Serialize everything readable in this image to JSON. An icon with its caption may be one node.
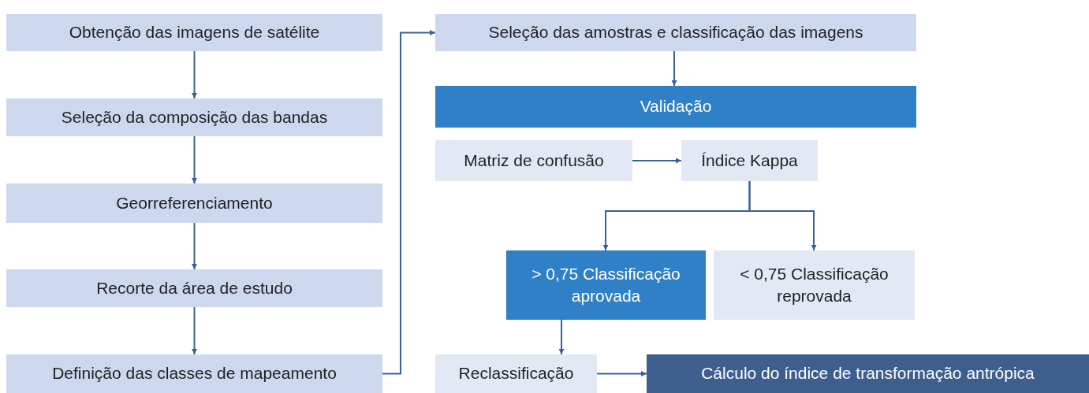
{
  "diagram": {
    "nodes": [
      {
        "text": [
          "Obtenção das imagens de satélite"
        ]
      },
      {
        "text": [
          "Seleção da composição das bandas"
        ]
      },
      {
        "text": [
          "Georreferenciamento"
        ]
      },
      {
        "text": [
          "Recorte da área de estudo"
        ]
      },
      {
        "text": [
          "Definição das classes de mapeamento"
        ]
      },
      {
        "text": [
          "Seleção das amostras e classificação das imagens"
        ]
      },
      {
        "text": [
          "Validação"
        ]
      },
      {
        "text": [
          "Matriz de confusão"
        ]
      },
      {
        "text": [
          "Índice Kappa"
        ]
      },
      {
        "text": [
          "> 0,75 Classificação aprovada"
        ]
      },
      {
        "text": [
          "< 0,75 Classificação reprovada"
        ]
      },
      {
        "text": [
          "Reclassificação"
        ]
      },
      {
        "text": [
          "Cálculo do índice de transformação antrópica"
        ]
      }
    ],
    "edges": [
      {
        "from": 0,
        "to": 1,
        "arrow": "to"
      },
      {
        "from": 1,
        "to": 2,
        "arrow": "to"
      },
      {
        "from": 2,
        "to": 3,
        "arrow": "to"
      },
      {
        "from": 3,
        "to": 4,
        "arrow": "to"
      },
      {
        "from": 4,
        "to": 5,
        "arrow": "to"
      },
      {
        "from": 5,
        "to": 6,
        "arrow": "to"
      },
      {
        "from": 7,
        "to": 8,
        "arrow": "to"
      },
      {
        "from": 8,
        "to": 9,
        "arrow": "to"
      },
      {
        "from": 8,
        "to": 10,
        "arrow": "to"
      },
      {
        "from": 9,
        "to": 11,
        "arrow": "to"
      },
      {
        "from": 11,
        "to": 12,
        "arrow": "to"
      }
    ]
  }
}
